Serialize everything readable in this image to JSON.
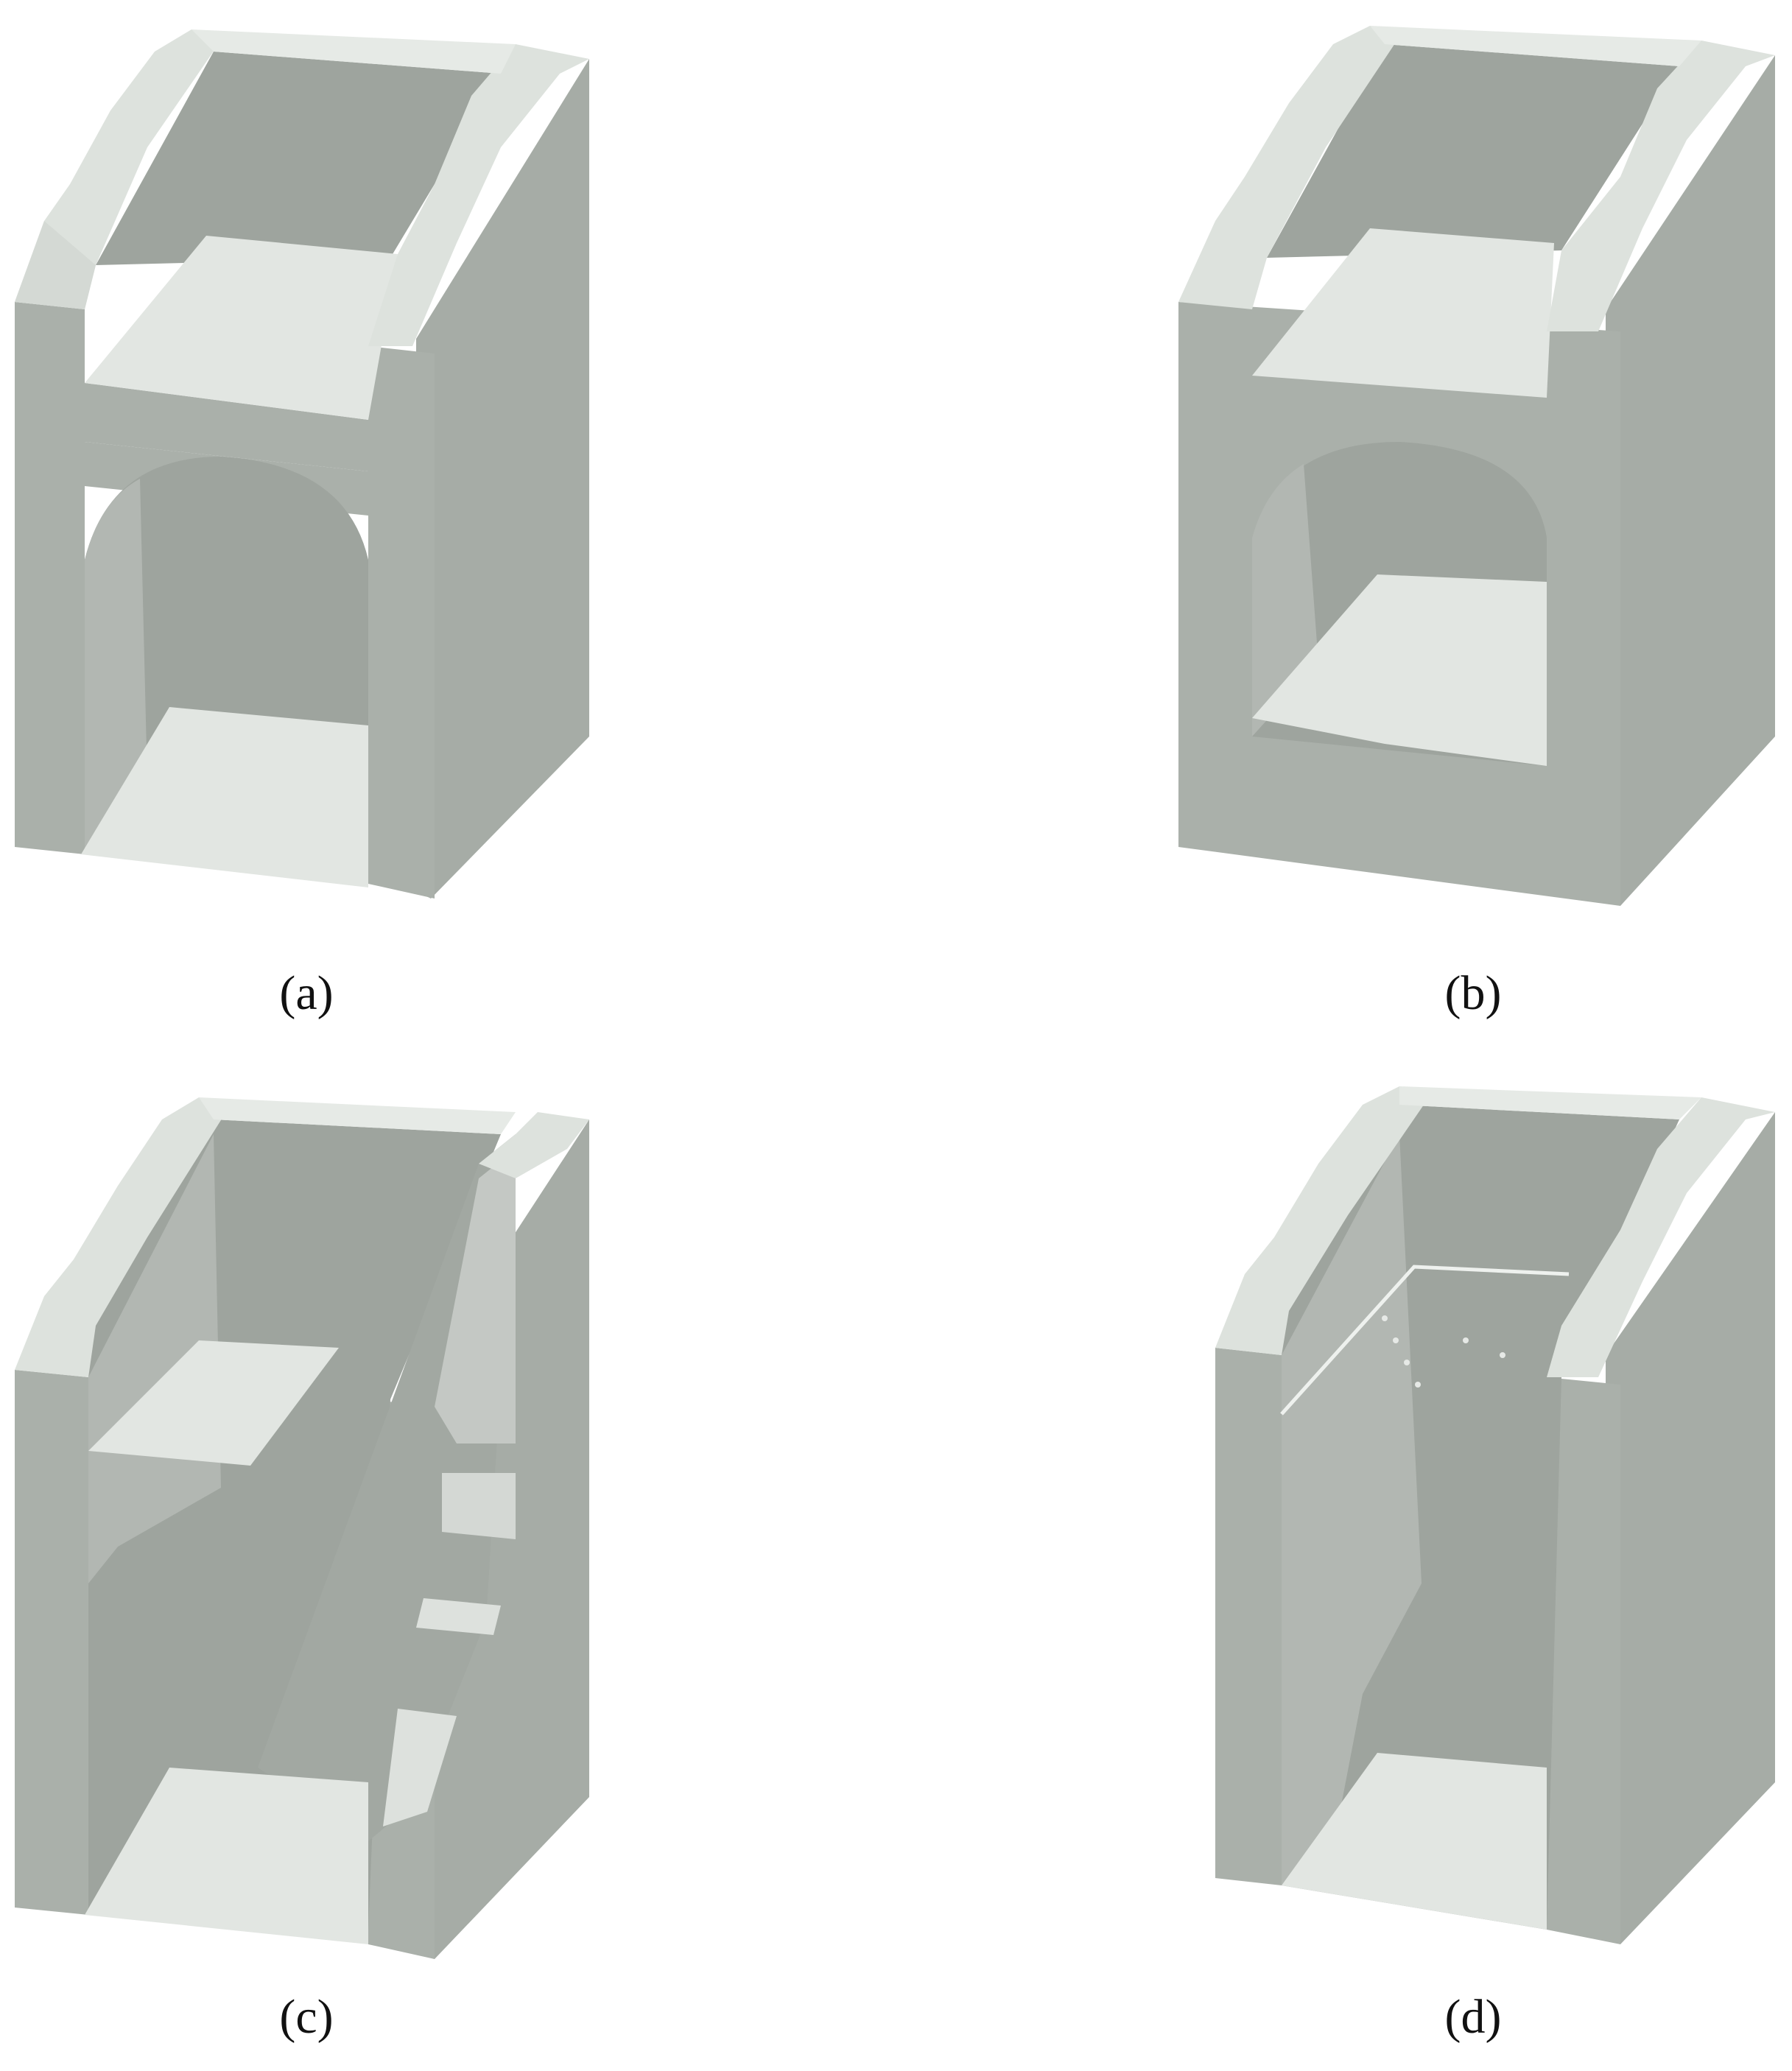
{
  "figure": {
    "panels": [
      {
        "id": "a",
        "label": "(a)"
      },
      {
        "id": "b",
        "label": "(b)"
      },
      {
        "id": "c",
        "label": "(c)"
      },
      {
        "id": "d",
        "label": "(d)"
      }
    ]
  },
  "colors": {
    "background": "#ffffff",
    "outer_front_face": "#aab0aa",
    "outer_side_face": "#a6aca6",
    "top_edge": "#dde2dd",
    "inner_back_wall": "#9ea49e",
    "inner_side_wall": "#b2b7b2",
    "slab": "#e2e6e2",
    "caption_text": "#111111"
  }
}
